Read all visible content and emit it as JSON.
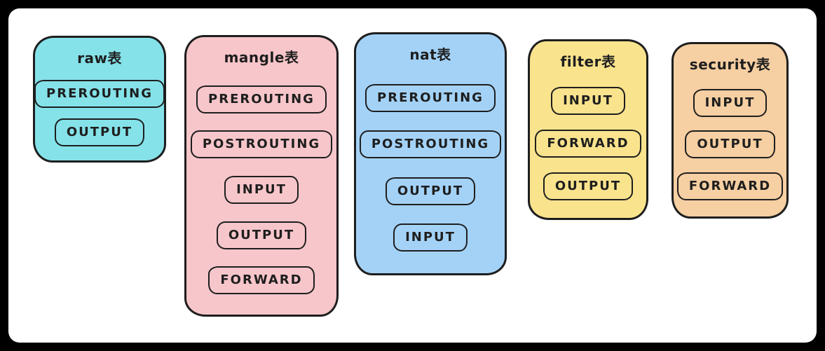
{
  "page": {
    "background_color": "#000000",
    "card_color": "#ffffff",
    "stroke_color": "#1e1e1e"
  },
  "tables": [
    {
      "id": "raw",
      "title": "raw表",
      "fill": "#85e2e9",
      "chains": [
        "PREROUTING",
        "OUTPUT"
      ]
    },
    {
      "id": "mangle",
      "title": "mangle表",
      "fill": "#f7c6ca",
      "chains": [
        "PREROUTING",
        "POSTROUTING",
        "INPUT",
        "OUTPUT",
        "FORWARD"
      ]
    },
    {
      "id": "nat",
      "title": "nat表",
      "fill": "#a4d2f7",
      "chains": [
        "PREROUTING",
        "POSTROUTING",
        "OUTPUT",
        "INPUT"
      ]
    },
    {
      "id": "filter",
      "title": "filter表",
      "fill": "#f9e38d",
      "chains": [
        "INPUT",
        "FORWARD",
        "OUTPUT"
      ]
    },
    {
      "id": "security",
      "title": "security表",
      "fill": "#f6cfa2",
      "chains": [
        "INPUT",
        "OUTPUT",
        "FORWARD"
      ]
    }
  ]
}
